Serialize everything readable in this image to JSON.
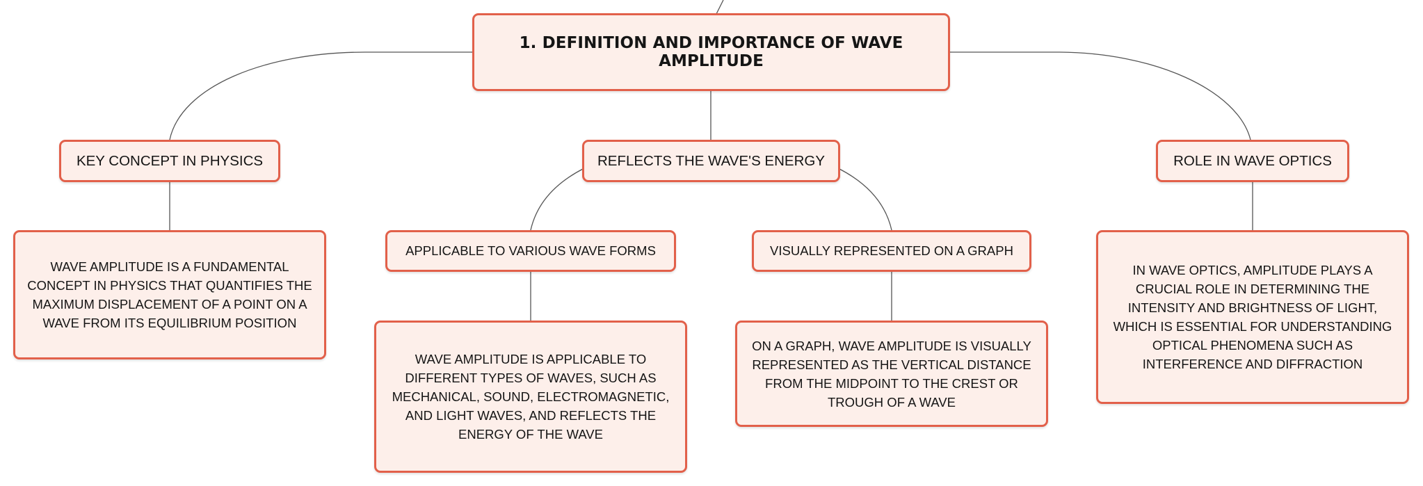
{
  "root": {
    "label": "1. Definition and Importance of Wave Amplitude"
  },
  "branches": {
    "physics": {
      "label": "Key Concept in Physics",
      "detail": "Wave amplitude is a fundamental concept in physics that quantifies the maximum displacement of a point on a wave from its equilibrium position"
    },
    "energy": {
      "label": "Reflects the Wave's Energy",
      "children": {
        "forms": {
          "label": "Applicable to Various Wave Forms",
          "detail": "Wave amplitude is applicable to different types of waves, such as mechanical, sound, electromagnetic, and light waves, and reflects the energy of the wave"
        },
        "graph": {
          "label": "Visually Represented on a Graph",
          "detail": "On a graph, wave amplitude is visually represented as the vertical distance from the midpoint to the crest or trough of a wave"
        }
      }
    },
    "optics": {
      "label": "Role in Wave Optics",
      "detail": "In wave optics, amplitude plays a crucial role in determining the intensity and brightness of light, which is essential for understanding optical phenomena such as interference and diffraction"
    }
  },
  "colors": {
    "node_border": "#e2604a",
    "node_fill": "#fdefea",
    "connector": "#555555",
    "text": "#151515"
  }
}
